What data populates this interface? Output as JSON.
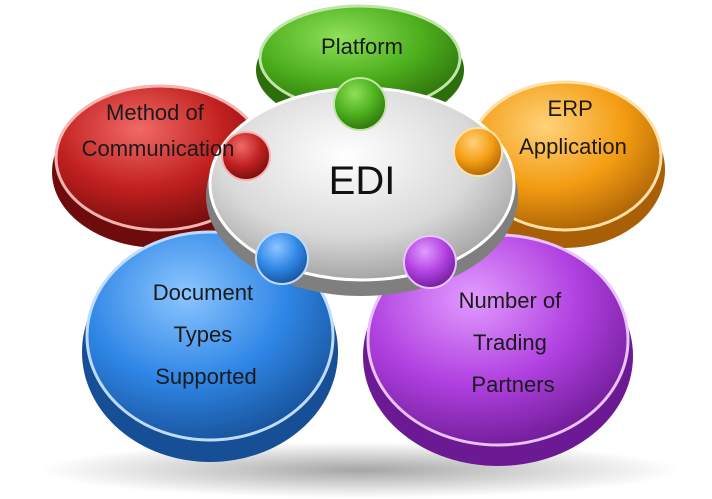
{
  "center": {
    "label": "EDI",
    "color": "#d9d9d9"
  },
  "pieces": [
    {
      "id": "platform",
      "lines": [
        "Platform"
      ],
      "color": "#4caf1c",
      "dark": "#2d6e0c"
    },
    {
      "id": "erp-application",
      "lines": [
        "ERP",
        "Application"
      ],
      "color": "#f39c12",
      "dark": "#a85f05"
    },
    {
      "id": "number-of-trading-partners",
      "lines": [
        "Number of",
        "Trading",
        "Partners"
      ],
      "color": "#b040e0",
      "dark": "#6c1a93"
    },
    {
      "id": "document-types-supported",
      "lines": [
        "Document",
        "Types",
        "Supported"
      ],
      "color": "#2f86e6",
      "dark": "#164f96"
    },
    {
      "id": "method-of-communication",
      "lines": [
        "Method of",
        "Communication"
      ],
      "color": "#c0201f",
      "dark": "#6e0c0c"
    }
  ]
}
